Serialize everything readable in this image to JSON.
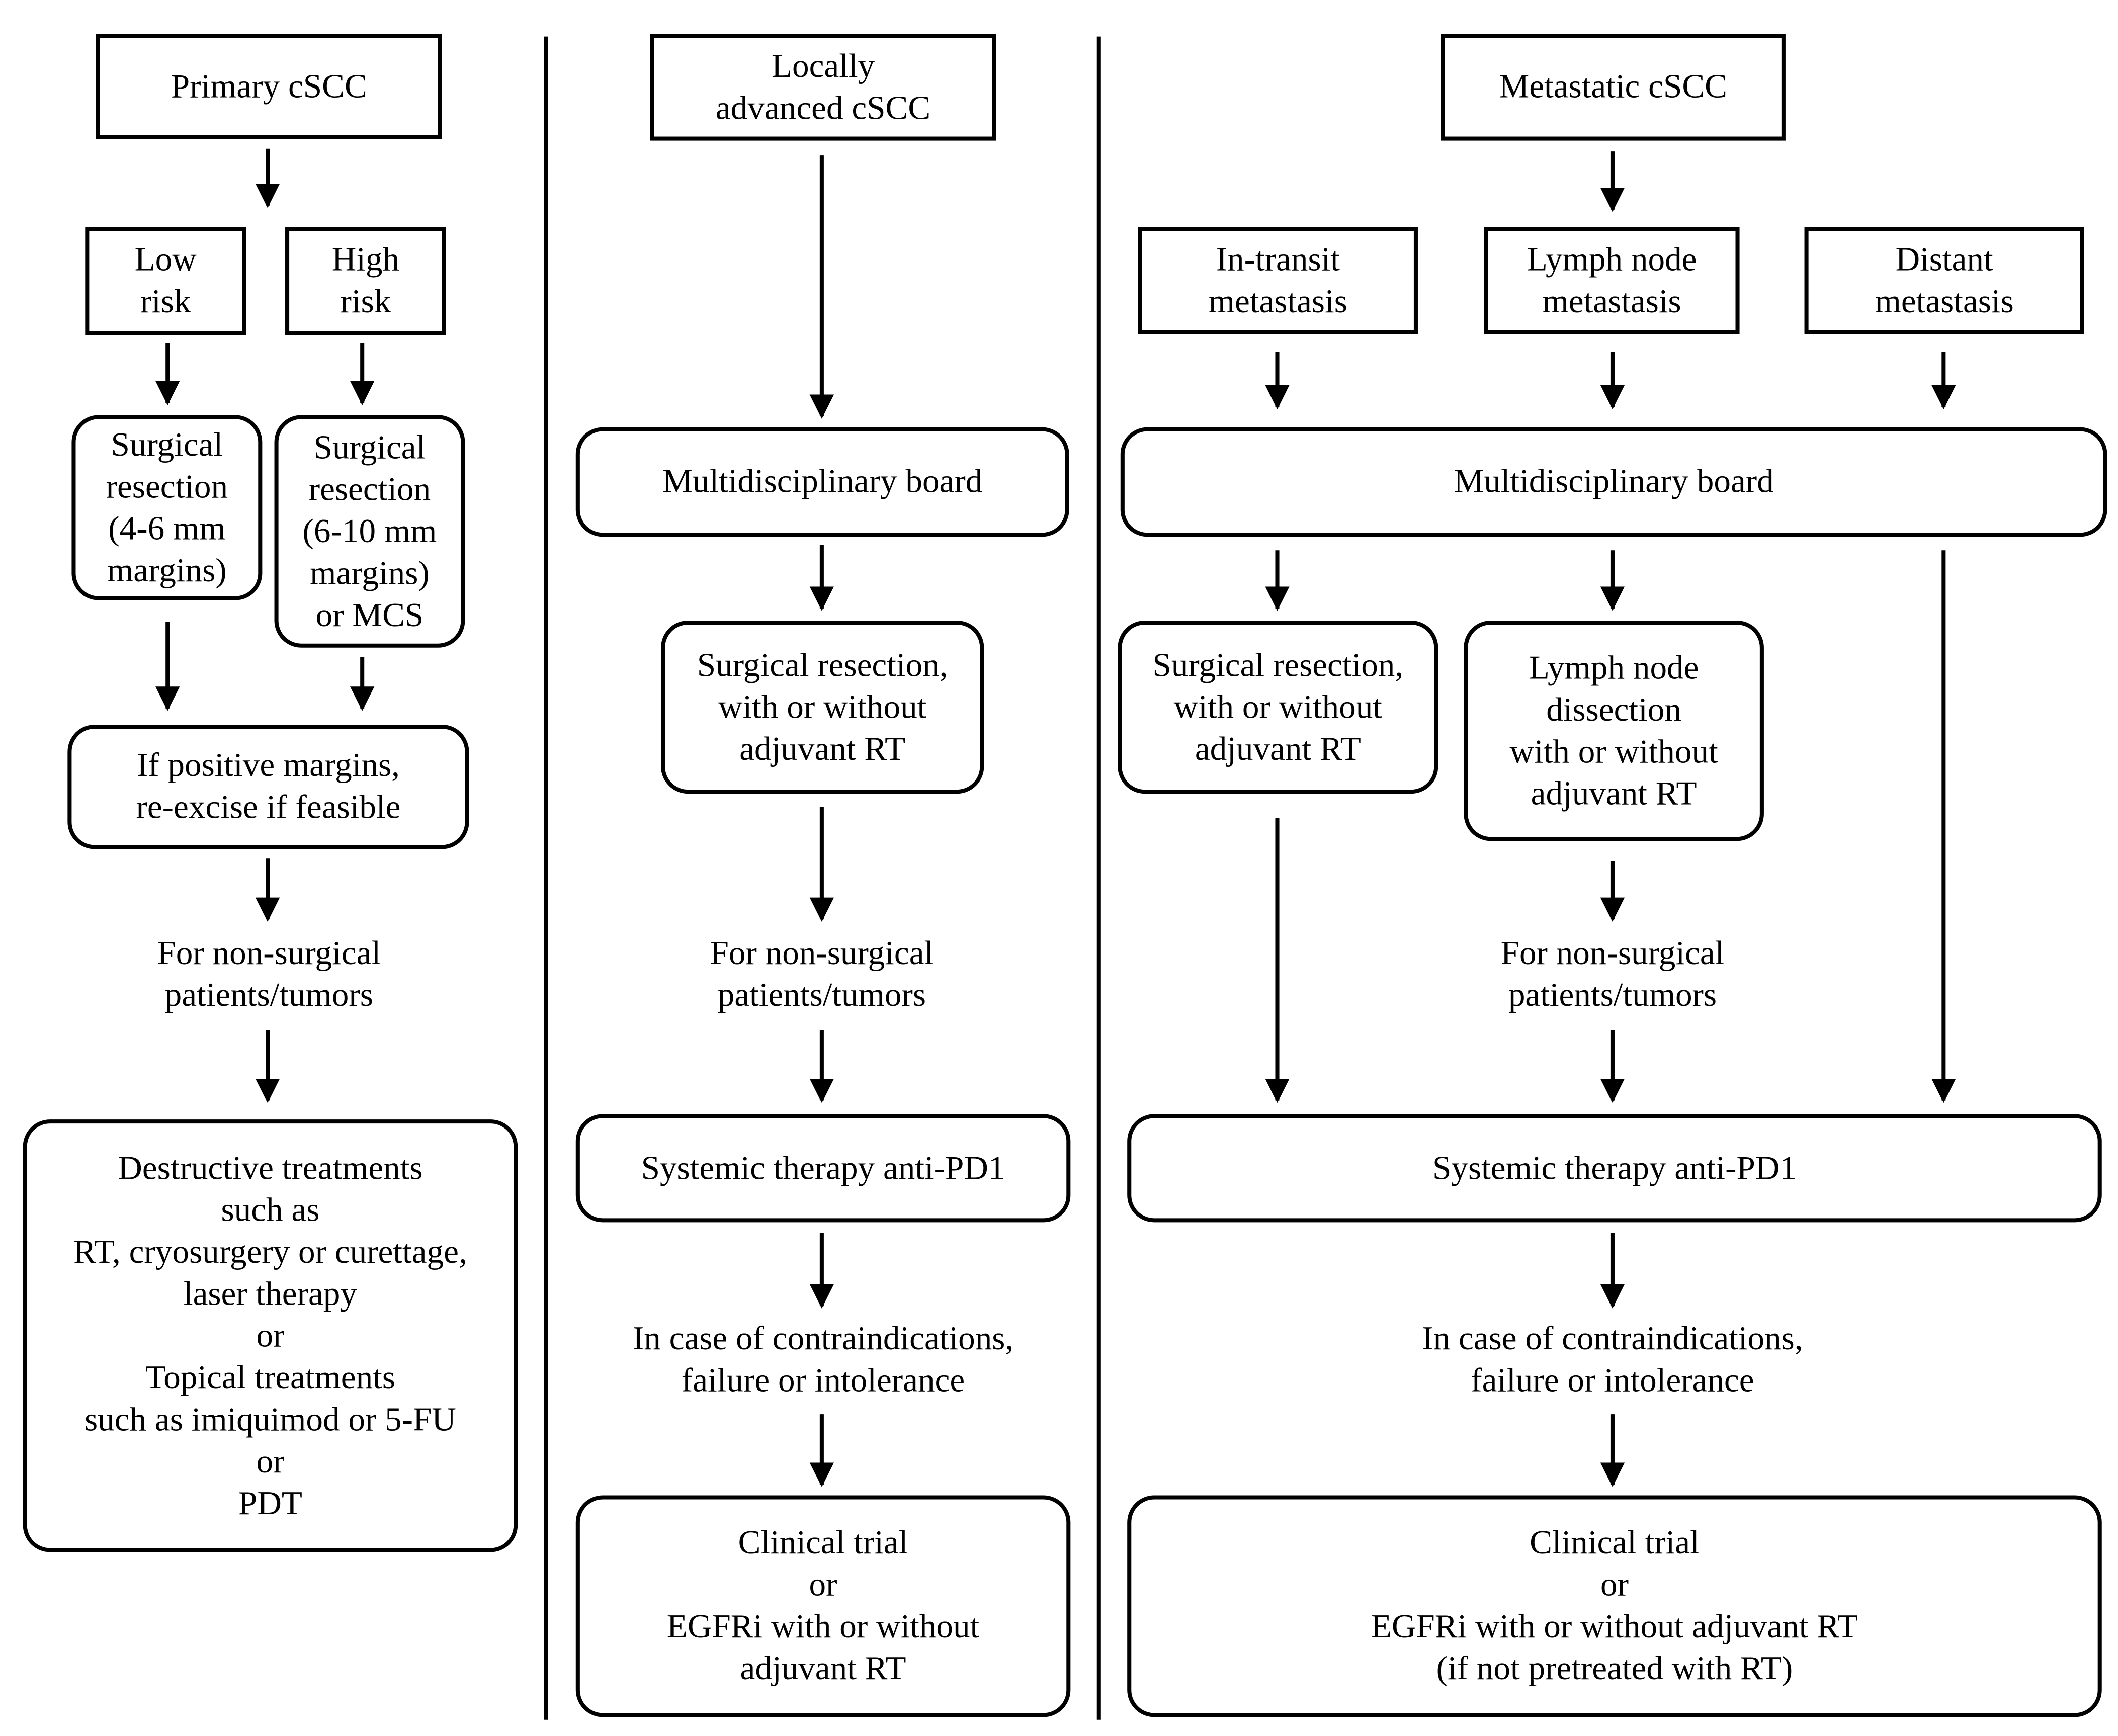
{
  "columns": {
    "primary": {
      "header": "Primary cSCC",
      "low_risk": "Low\nrisk",
      "high_risk": "High\nrisk",
      "surgery_low": "Surgical\nresection\n(4-6 mm\nmargins)",
      "surgery_high": "Surgical\nresection\n(6-10 mm\nmargins)\nor MCS",
      "margins": "If positive margins,\nre-excise if feasible",
      "non_surgical": "For non-surgical\npatients/tumors",
      "treatments": "Destructive treatments\nsuch as\nRT, cryosurgery or curettage,\nlaser therapy\nor\nTopical treatments\nsuch as imiquimod or 5-FU\nor\nPDT"
    },
    "locally_advanced": {
      "header": "Locally\nadvanced cSCC",
      "board": "Multidisciplinary board",
      "surgery": "Surgical resection,\nwith or without\nadjuvant RT",
      "non_surgical": "For non-surgical\npatients/tumors",
      "systemic": "Systemic therapy anti-PD1",
      "contra": "In case of contraindications,\nfailure or intolerance",
      "trial": "Clinical trial\nor\nEGFRi with or without\nadjuvant RT"
    },
    "metastatic": {
      "header": "Metastatic cSCC",
      "in_transit": "In-transit\nmetastasis",
      "lymph_node": "Lymph node\nmetastasis",
      "distant": "Distant\nmetastasis",
      "board": "Multidisciplinary board",
      "surgery": "Surgical resection,\nwith or without\nadjuvant RT",
      "dissection": "Lymph node\ndissection\nwith or without\nadjuvant RT",
      "non_surgical": "For non-surgical\npatients/tumors",
      "systemic": "Systemic therapy anti-PD1",
      "contra": "In case of contraindications,\nfailure or intolerance",
      "trial": "Clinical trial\nor\nEGFRi with or without adjuvant RT\n(if not pretreated with RT)"
    }
  }
}
